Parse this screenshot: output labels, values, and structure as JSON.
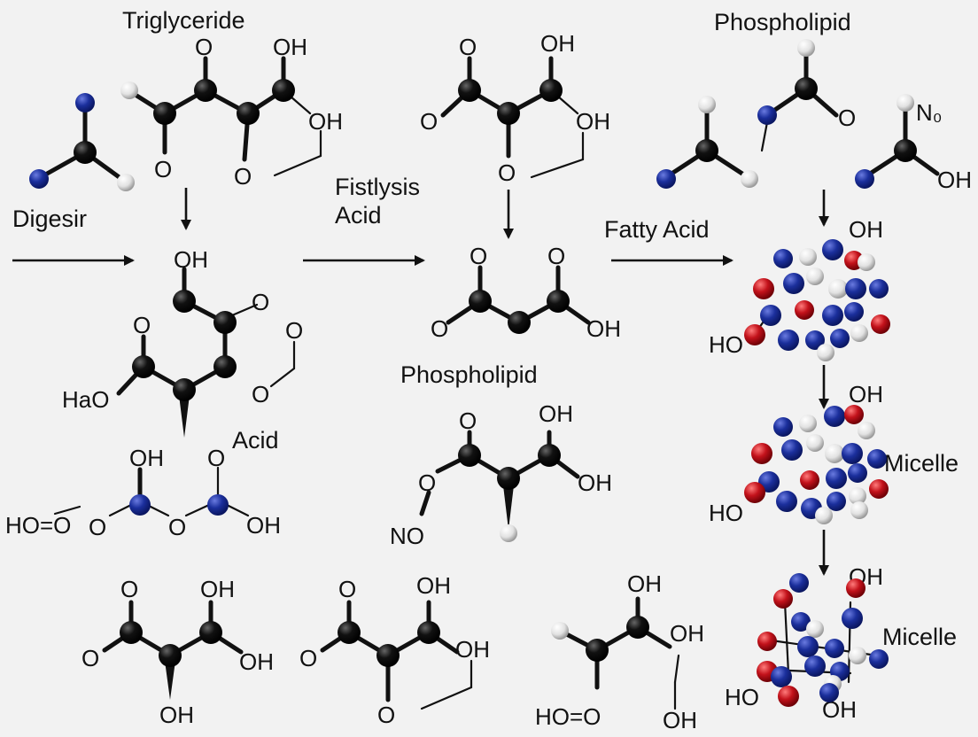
{
  "title": "Triglyceride",
  "labels": {
    "triglyceride": "Triglyceride",
    "phospholipid_top": "Phospholipid",
    "digesir": "Digesir",
    "fistlysis_1": "Fistlysis",
    "fistlysis_2": "Acid",
    "fatty_acid": "Fatty Acid",
    "phospholipid_mid": "Phospholipid",
    "acid": "Acid",
    "micelle_1": "Micelle",
    "micelle_2": "Micelle"
  },
  "atoms": {
    "O": "O",
    "OH": "OH",
    "O_H": "OH",
    "HO": "HO",
    "HaO": "HaO",
    "NO": "NO",
    "N0": "N₀",
    "HOO": "HO=O"
  },
  "colors": {
    "carbon": "#0d0d0d",
    "nitrogen": "#1b2f9c",
    "oxygen": "#c3121b",
    "hydrogen": "#e8e8e8",
    "background": "#f2f2f2"
  }
}
